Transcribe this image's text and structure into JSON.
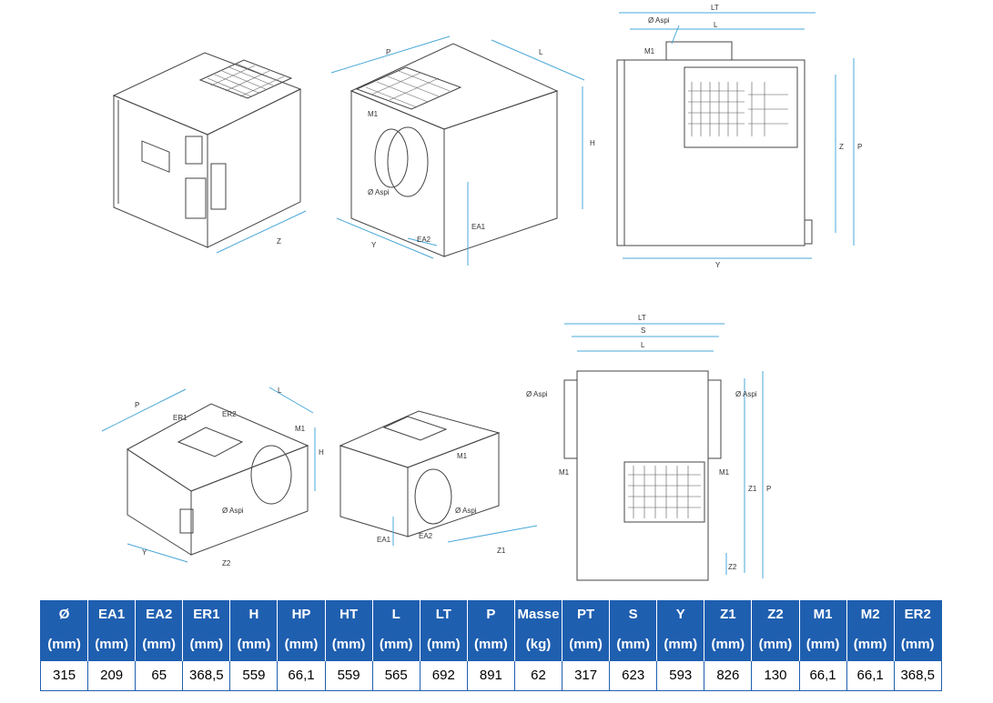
{
  "drawings": {
    "unit1": {
      "label_z": "Z"
    },
    "unit2": {
      "label_p": "P",
      "label_l": "L",
      "label_h": "H",
      "label_m1": "M1",
      "label_aspi": "Ø Aspi",
      "label_y": "Y",
      "label_ea2": "EA2",
      "label_ea1": "EA1"
    },
    "unit3": {
      "label_lt": "LT",
      "label_aspi": "Ø Aspi",
      "label_l": "L",
      "label_m1": "M1",
      "label_z": "Z",
      "label_p": "P",
      "label_y": "Y"
    },
    "unit4": {
      "label_p": "P",
      "label_l": "L",
      "label_er1": "ER1",
      "label_er2": "ER2",
      "label_m1": "M1",
      "label_h": "H",
      "label_aspi": "Ø Aspi",
      "label_y": "Y",
      "label_z2": "Z2"
    },
    "unit5": {
      "label_m1": "M1",
      "label_aspi": "Ø Aspi",
      "label_ea1": "EA1",
      "label_ea2": "EA2",
      "label_z1": "Z1"
    },
    "unit6": {
      "label_lt": "LT",
      "label_s": "S",
      "label_l": "L",
      "label_aspi_left": "Ø Aspi",
      "label_aspi_right": "Ø Aspi",
      "label_m1_left": "M1",
      "label_m1_right": "M1",
      "label_z1": "Z1",
      "label_p": "P",
      "label_z2": "Z2"
    }
  },
  "table": {
    "headers": [
      "Ø",
      "EA1",
      "EA2",
      "ER1",
      "H",
      "HP",
      "HT",
      "L",
      "LT",
      "P",
      "Masse",
      "PT",
      "S",
      "Y",
      "Z1",
      "Z2",
      "M1",
      "M2",
      "ER2"
    ],
    "units": [
      "(mm)",
      "(mm)",
      "(mm)",
      "(mm)",
      "(mm)",
      "(mm)",
      "(mm)",
      "(mm)",
      "(mm)",
      "(mm)",
      "(kg)",
      "(mm)",
      "(mm)",
      "(mm)",
      "(mm)",
      "(mm)",
      "(mm)",
      "(mm)",
      "(mm)"
    ],
    "values": [
      "315",
      "209",
      "65",
      "368,5",
      "559",
      "66,1",
      "559",
      "565",
      "692",
      "891",
      "62",
      "317",
      "623",
      "593",
      "826",
      "130",
      "66,1",
      "66,1",
      "368,5"
    ]
  },
  "colors": {
    "table_header": "#1f5fb0",
    "dimension_line": "#4aa8d8"
  }
}
